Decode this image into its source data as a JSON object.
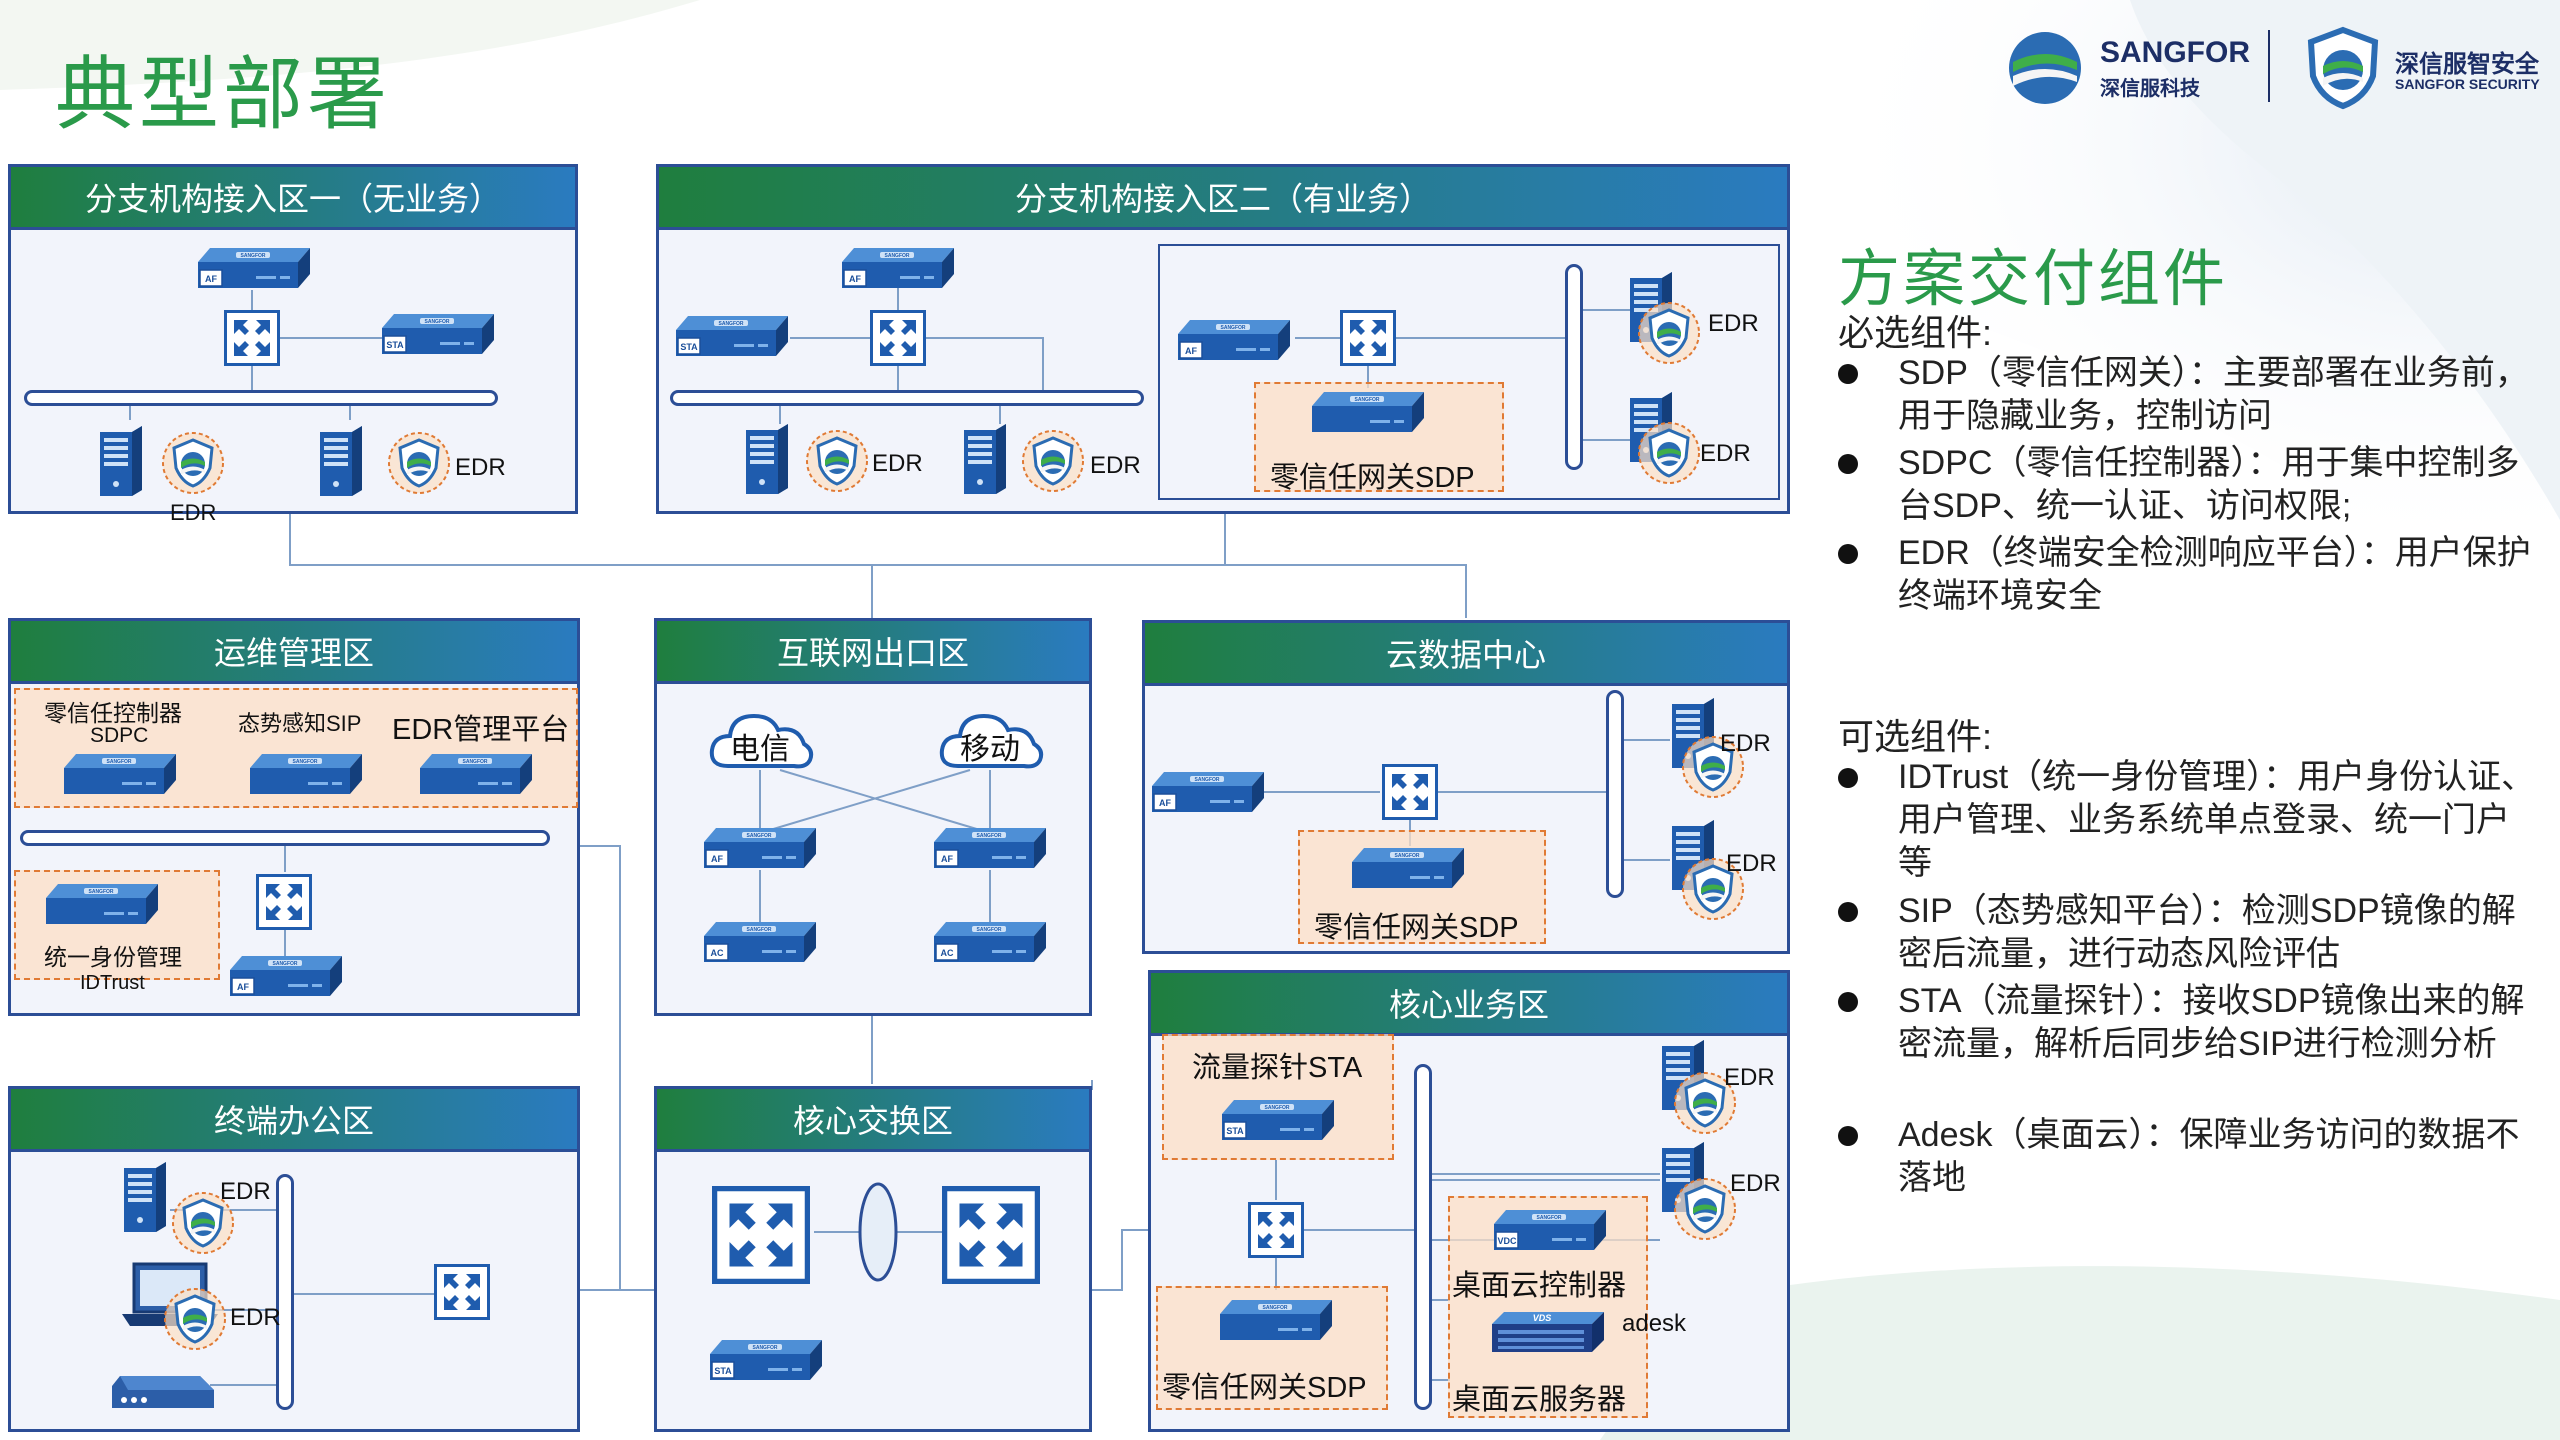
{
  "page_title": "典型部署",
  "logos": {
    "left_brand": "SANGFOR",
    "left_sub": "深信服科技",
    "right_brand": "深信服智安全",
    "right_sub": "SANGFOR SECURITY"
  },
  "device_brand": "SANGFOR",
  "device_tags": {
    "af": "AF",
    "sta": "STA",
    "ac": "AC",
    "vdc": "VDC",
    "vds": "VDS"
  },
  "zones": {
    "branch1": {
      "title": "分支机构接入区一（无业务）",
      "edr_labels": [
        "EDR",
        "EDR"
      ]
    },
    "branch2": {
      "title": "分支机构接入区二（有业务）",
      "edr_labels": [
        "EDR",
        "EDR",
        "EDR",
        "EDR"
      ],
      "sdp_label": "零信任网关SDP"
    },
    "ops": {
      "title": "运维管理区",
      "sdpc_label_1": "零信任控制器",
      "sdpc_label_2": "SDPC",
      "sip_label": "态势感知SIP",
      "edr_mgmt_label": "EDR管理平台",
      "idtrust_label_1": "统一身份管理",
      "idtrust_label_2": "IDTrust"
    },
    "internet": {
      "title": "互联网出口区",
      "isp_1": "电信",
      "isp_2": "移动"
    },
    "cloud_dc": {
      "title": "云数据中心",
      "edr_labels": [
        "EDR",
        "EDR"
      ],
      "sdp_label": "零信任网关SDP"
    },
    "office": {
      "title": "终端办公区",
      "edr_labels": [
        "EDR",
        "EDR"
      ]
    },
    "core_switch": {
      "title": "核心交换区"
    },
    "core_biz": {
      "title": "核心业务区",
      "sta_label": "流量探针STA",
      "sdp_label": "零信任网关SDP",
      "vdc_label": "桌面云控制器",
      "vds_label": "桌面云服务器",
      "adesk_label": "adesk",
      "edr_labels": [
        "EDR",
        "EDR"
      ]
    }
  },
  "panel": {
    "title": "方案交付组件",
    "required_heading": "必选组件:",
    "required": [
      "SDP（零信任网关）：主要部署在业务前，用于隐藏业务，控制访问",
      "SDPC（零信任控制器）：用于集中控制多台SDP、统一认证、访问权限;",
      "EDR（终端安全检测响应平台）：用户保护终端环境安全"
    ],
    "optional_heading": "可选组件:",
    "optional": [
      "IDTrust（统一身份管理）：用户身份认证、用户管理、业务系统单点登录、统一门户等",
      "SIP（态势感知平台）：检测SDP镜像的解密后流量，进行动态风险评估",
      "STA（流量探针）：接收SDP镜像出来的解密流量，解析后同步给SIP进行检测分析",
      "Adesk（桌面云）：保障业务访问的数据不落地"
    ]
  },
  "colors": {
    "accent_green": "#2a9a4a",
    "zone_border": "#2c4e96",
    "header_gradient_start": "#1f7e3e",
    "header_gradient_end": "#2a7bc0",
    "dashed_orange": "#e07a34"
  }
}
